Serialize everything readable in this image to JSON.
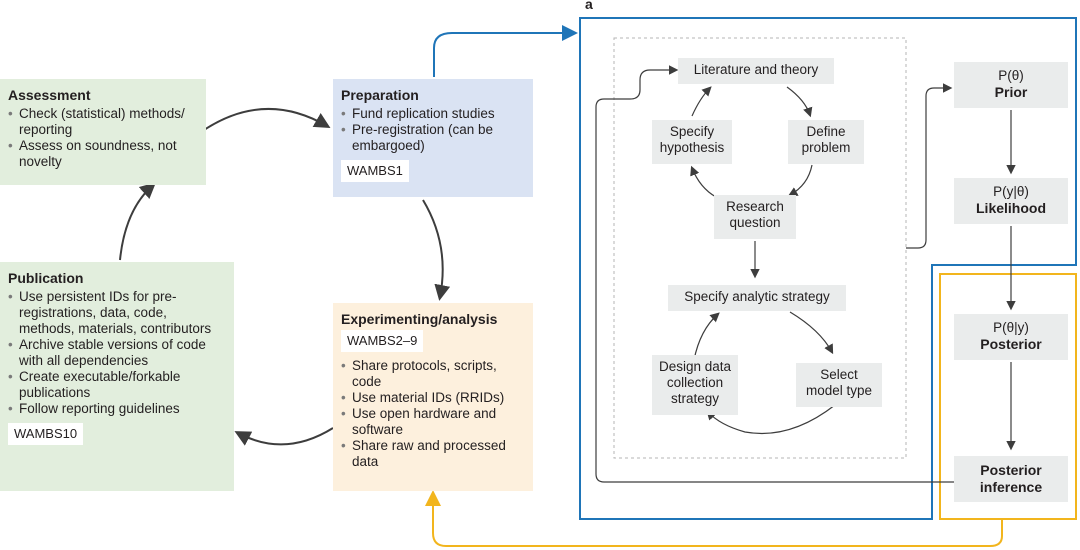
{
  "panel_label": "a",
  "assessment": {
    "title": "Assessment",
    "items": [
      "Check (statistical) methods/ reporting",
      "Assess on soundness, not novelty"
    ]
  },
  "preparation": {
    "title": "Preparation",
    "items": [
      "Fund replication studies",
      "Pre-registration (can be embargoed)"
    ],
    "tag": "WAMBS1"
  },
  "publication": {
    "title": "Publication",
    "items": [
      "Use persistent IDs for pre-registrations, data, code, methods, materials, contributors",
      "Archive stable versions of code with all dependencies",
      "Create executable/forkable publications",
      "Follow reporting guidelines"
    ],
    "tag": "WAMBS10"
  },
  "experimenting": {
    "title": "Experimenting/analysis",
    "tag": "WAMBS2–9",
    "items": [
      "Share protocols, scripts, code",
      "Use material IDs (RRIDs)",
      "Use open hardware and software",
      "Share raw and processed data"
    ]
  },
  "research_cycle": {
    "literature": "Literature and theory",
    "define": "Define problem",
    "hypothesis": "Specify hypothesis",
    "question": "Research question",
    "analytic": "Specify analytic strategy",
    "design": "Design data collection strategy",
    "model": "Select model type"
  },
  "bayes": {
    "prior_formula": "P(θ)",
    "prior": "Prior",
    "likelihood_formula": "P(y|θ)",
    "likelihood": "Likelihood",
    "posterior_formula": "P(θ|y)",
    "posterior": "Posterior",
    "inference": "Posterior inference"
  },
  "colors": {
    "blue_frame": "#1f75b8",
    "yellow_frame": "#f2b51d",
    "arrow": "#3d3d3d"
  }
}
